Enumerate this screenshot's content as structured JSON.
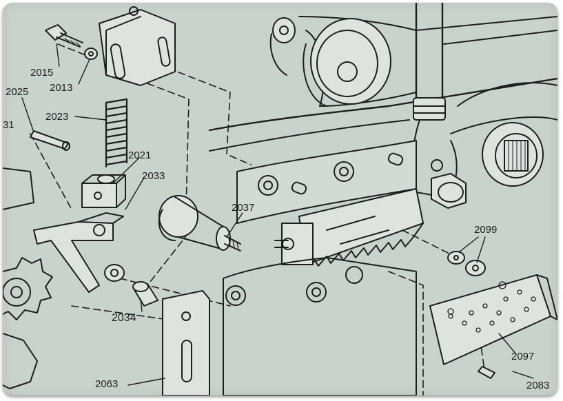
{
  "labels": {
    "l2015": "2015",
    "l2013": "2013",
    "l2025": "2025",
    "l2023": "2023",
    "l2021": "2021",
    "l2033": "2033",
    "l2037": "2037",
    "l2034": "2034",
    "l2063": "2063",
    "l2099": "2099",
    "l2097": "2097",
    "l2083": "2083",
    "l31": "31"
  },
  "colors": {
    "paper": "#c9d2cb",
    "ink": "#1a1e1c",
    "metal": "#dfe3df"
  }
}
